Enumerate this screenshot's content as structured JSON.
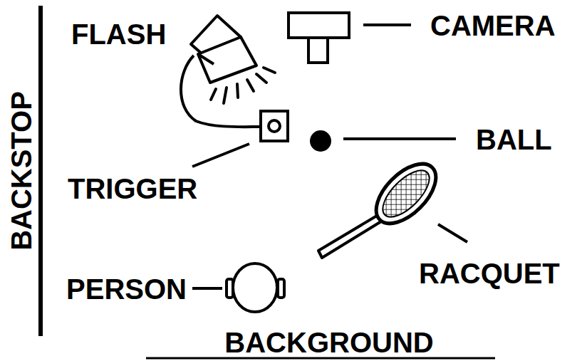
{
  "diagram": {
    "labels": [
      "FLASH",
      "CAMERA",
      "TRIGGER",
      "BALL",
      "RACQUET",
      "PERSON",
      "BACKGROUND",
      "BACKSTOP"
    ]
  }
}
